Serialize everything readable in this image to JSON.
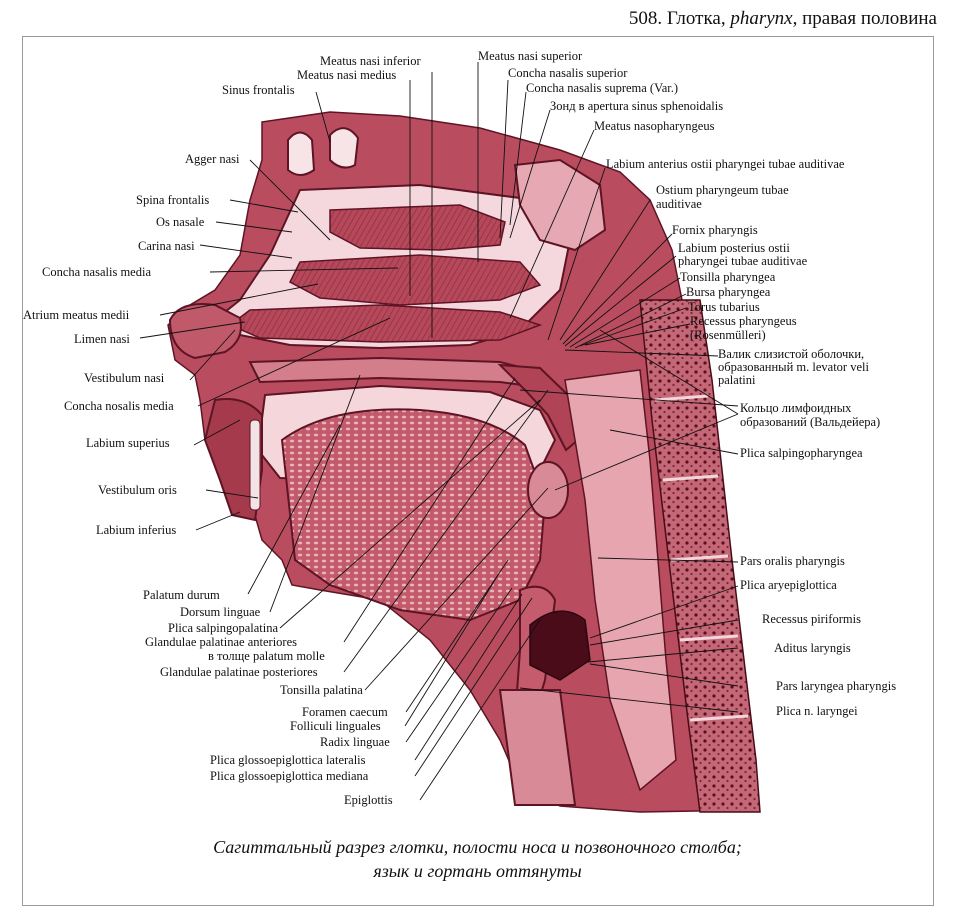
{
  "header": {
    "number": "508. Глотка, ",
    "latin": "pharynx",
    "rest": ", правая половина"
  },
  "caption": {
    "line1": "Сагиттальный разрез глотки, полости носа и позвоночного столба;",
    "line2": "язык и гортань оттянуты"
  },
  "colors": {
    "tissue": "#b5485a",
    "tissue_light": "#dc97a3",
    "tissue_dark": "#6e1a2a",
    "cavity": "#f6dde1",
    "bone": "#c8707f"
  },
  "labels": {
    "meatus_inferior": "Meatus nasi inferior",
    "meatus_medius": "Meatus nasi medius",
    "meatus_superior": "Meatus nasi superior",
    "concha_superior": "Concha nasalis superior",
    "concha_suprema": "Concha nasalis suprema (Var.)",
    "zond": "Зонд в apertura sinus sphenoidalis",
    "meatus_nasopharyngeus": "Meatus nasopharyngeus",
    "sinus_frontalis": "Sinus frontalis",
    "agger_nasi": "Agger nasi",
    "spina_frontalis": "Spina frontalis",
    "os_nasale": "Os nasale",
    "carina_nasi": "Carina nasi",
    "concha_media": "Concha nasalis media",
    "atrium": "Atrium meatus medii",
    "limen": "Limen nasi",
    "vestibulum_nasi": "Vestibulum nasi",
    "concha_nosalis": "Concha nosalis media",
    "labium_superius": "Labium superius",
    "vestibulum_oris": "Vestibulum oris",
    "labium_inferius": "Labium inferius",
    "labium_anterius": "Labium anterius ostii pharyngei tubae auditivae",
    "ostium_1": "Ostium pharyngeum tubae",
    "ostium_2": "auditivae",
    "fornix": "Fornix pharyngis",
    "labium_post_1": "Labium posterius ostii",
    "labium_post_2": "pharyngei tubae auditivae",
    "tonsilla_ph": "Tonsilla pharyngea",
    "bursa": "Bursa pharyngea",
    "torus": "Torus tubarius",
    "recessus_1": "Recessus pharyngeus",
    "recessus_2": "(Rosenmülleri)",
    "valik_1": "Валик слизистой оболочки,",
    "valik_2": "образованный m. levator veli",
    "valik_3": "palatini",
    "kolco_1": "Кольцо лимфоидных",
    "kolco_2": "образований (Вальдейера)",
    "plica_salpingoph": "Plica salpingopharyngea",
    "pars_oralis": "Pars oralis pharyngis",
    "plica_aryepi": "Plica aryepiglottica",
    "recessus_pir": "Recessus piriformis",
    "aditus": "Aditus laryngis",
    "pars_laryngea": "Pars laryngea pharyngis",
    "plica_n_laryngei": "Plica n. laryngei",
    "palatum_durum": "Palatum durum",
    "dorsum": "Dorsum linguae",
    "plica_salpingopal": "Plica salpingopalatina",
    "glandulae_ant_1": "Glandulae palatinae anteriores",
    "glandulae_ant_2": "в толще palatum molle",
    "glandulae_post": "Glandulae palatinae posteriores",
    "tonsilla_pal": "Tonsilla palatina",
    "foramen": "Foramen caecum",
    "folliculi": "Folliculi linguales",
    "radix": "Radix linguae",
    "plica_glosso_lat": "Plica glossoepiglottica lateralis",
    "plica_glosso_med": "Plica glossoepiglottica mediana",
    "epiglottis": "Epiglottis"
  }
}
